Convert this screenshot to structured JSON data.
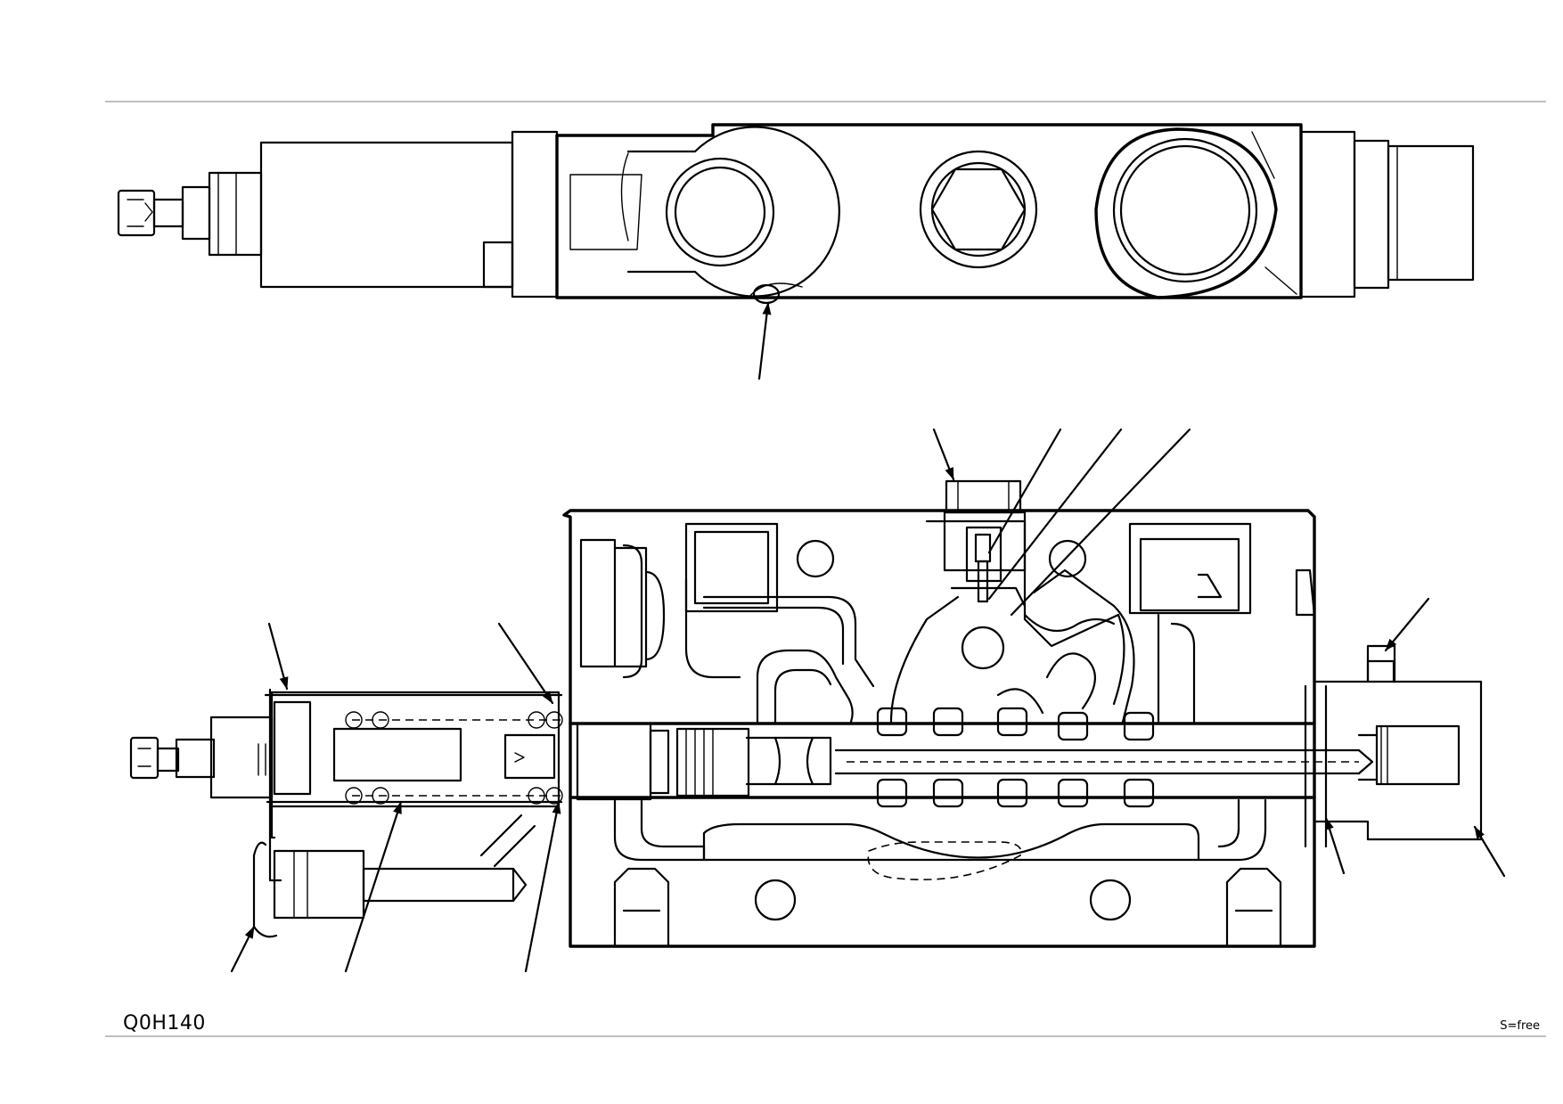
{
  "figure_id": "Q0H140",
  "scale_note": "S=free",
  "icons": {
    "arrowhead": "leader-arrow"
  }
}
